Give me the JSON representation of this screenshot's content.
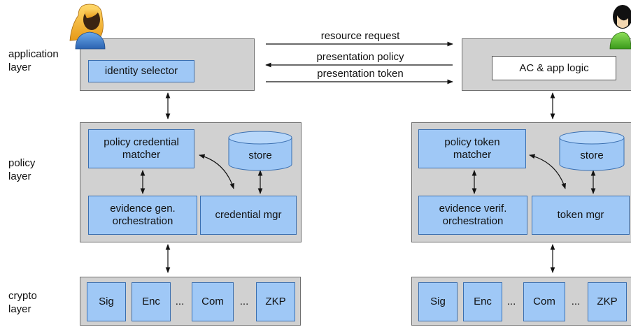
{
  "layers": {
    "application": "application\nlayer",
    "policy": "policy\nlayer",
    "crypto": "crypto\nlayer"
  },
  "user": {
    "identity_selector": "identity selector",
    "policy_credential_matcher": "policy credential\nmatcher",
    "store": "store",
    "evidence_generation": "evidence gen.\norchestration",
    "credential_manager": "credential mgr"
  },
  "verifier": {
    "app_logic": "AC & app logic",
    "policy_token_matcher": "policy token\nmatcher",
    "store": "store",
    "evidence_verification": "evidence verif.\norchestration",
    "token_manager": "token mgr"
  },
  "messages": {
    "resource_request": "resource request",
    "presentation_policy": "presentation policy",
    "presentation_token": "presentation token"
  },
  "crypto": {
    "sig": "Sig",
    "enc": "Enc",
    "com": "Com",
    "zkp": "ZKP",
    "ellipsis": "..."
  },
  "colors": {
    "layer_box": "#d1d1d1",
    "component": "#9fc8f6",
    "component_border": "#3a6fb0"
  },
  "icons": {
    "user": "user-avatar-icon",
    "verifier": "verifier-avatar-icon"
  }
}
